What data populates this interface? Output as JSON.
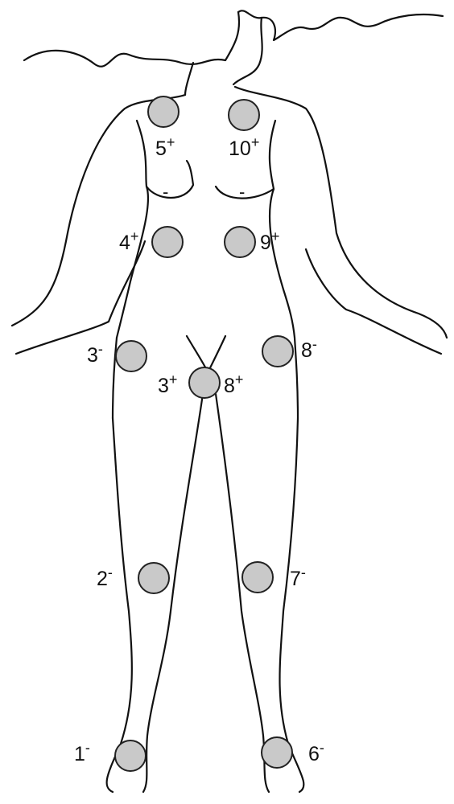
{
  "figure": {
    "electrodes": [
      {
        "id": "1",
        "label": "1",
        "polarity": "-"
      },
      {
        "id": "2",
        "label": "2",
        "polarity": "-"
      },
      {
        "id": "3a",
        "label": "3",
        "polarity": "-"
      },
      {
        "id": "3b",
        "label": "3",
        "polarity": "+"
      },
      {
        "id": "4",
        "label": "4",
        "polarity": "+"
      },
      {
        "id": "5",
        "label": "5",
        "polarity": "+"
      },
      {
        "id": "6",
        "label": "6",
        "polarity": "-"
      },
      {
        "id": "7",
        "label": "7",
        "polarity": "-"
      },
      {
        "id": "8a",
        "label": "8",
        "polarity": "-"
      },
      {
        "id": "8b",
        "label": "8",
        "polarity": "+"
      },
      {
        "id": "9",
        "label": "9",
        "polarity": "+"
      },
      {
        "id": "10",
        "label": "10",
        "polarity": "+"
      }
    ],
    "chest_marks": [
      "-",
      "-"
    ],
    "colors": {
      "electrode_fill": "#c9c9c9",
      "outline": "#111111"
    }
  }
}
